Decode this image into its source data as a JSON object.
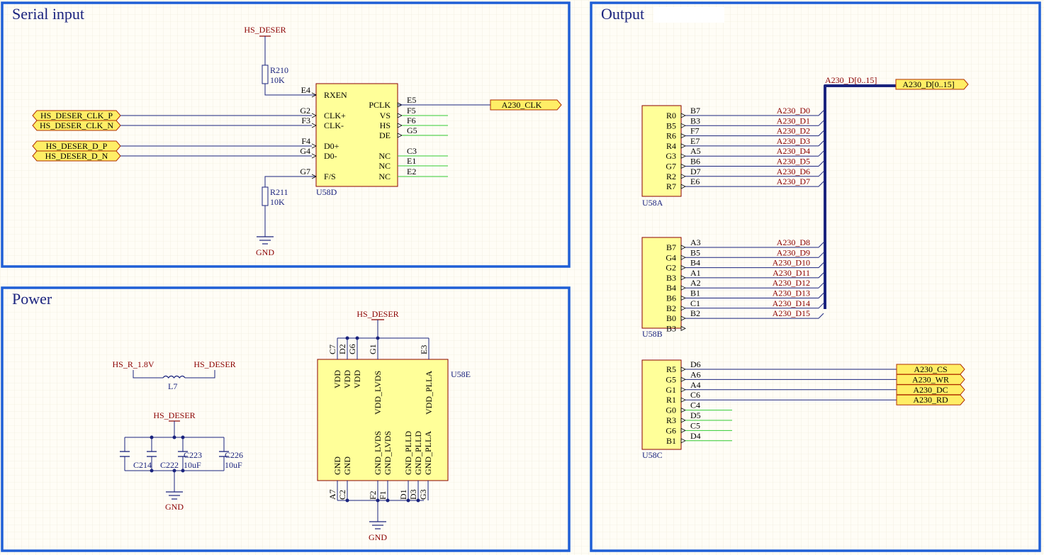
{
  "colors": {
    "background": "#fffdf6",
    "grid": "#ebe7d6",
    "frame": "#1f5fd6",
    "section_title": "#1a237e",
    "net_label": "#8b0000",
    "pin_text": "#000000",
    "comp_text": "#1a237e",
    "wire": "#1a237e",
    "bus": "#1a237e",
    "nc_stub": "#33cc33",
    "body_fill": "#ffff99",
    "body_stroke": "#8b0000",
    "port_fill": "#ffee66",
    "port_stroke": "#b03000"
  },
  "sections": {
    "serial": "Serial input",
    "output": "Output",
    "power": "Power"
  },
  "serial": {
    "pwr_top": "HS_DESER",
    "gnd": "GND",
    "r210": {
      "ref": "R210",
      "value": "10K"
    },
    "r211": {
      "ref": "R211",
      "value": "10K"
    },
    "u58d": {
      "ref": "U58D",
      "left_pins": [
        {
          "num": "E4",
          "name": "RXEN"
        },
        {
          "num": "G2",
          "name": "CLK+"
        },
        {
          "num": "F3",
          "name": "CLK-"
        },
        {
          "num": "F4",
          "name": "D0+"
        },
        {
          "num": "G4",
          "name": "D0-"
        },
        {
          "num": "G7",
          "name": "F/S"
        }
      ],
      "right_pins": [
        {
          "num": "E5",
          "name": "PCLK"
        },
        {
          "num": "F5",
          "name": "VS"
        },
        {
          "num": "F6",
          "name": "HS"
        },
        {
          "num": "G5",
          "name": "DE"
        },
        {
          "num": "C3",
          "name": "NC"
        },
        {
          "num": "E1",
          "name": "NC"
        },
        {
          "num": "E2",
          "name": "NC"
        }
      ]
    },
    "ports_in": [
      "HS_DESER_CLK_P",
      "HS_DESER_CLK_N",
      "HS_DESER_D_P",
      "HS_DESER_D_N"
    ],
    "port_out": "A230_CLK"
  },
  "output": {
    "bus_label": "A230_D[0..15]",
    "bus_port": "A230_D[0..15]",
    "u58a": {
      "ref": "U58A",
      "pins": [
        {
          "name": "R0",
          "num": "B7",
          "net": "A230_D0"
        },
        {
          "name": "B5",
          "num": "B3",
          "net": "A230_D1"
        },
        {
          "name": "R6",
          "num": "F7",
          "net": "A230_D2"
        },
        {
          "name": "R4",
          "num": "E7",
          "net": "A230_D3"
        },
        {
          "name": "G3",
          "num": "A5",
          "net": "A230_D4"
        },
        {
          "name": "G7",
          "num": "B6",
          "net": "A230_D5"
        },
        {
          "name": "R2",
          "num": "D7",
          "net": "A230_D6"
        },
        {
          "name": "R7",
          "num": "E6",
          "net": "A230_D7"
        }
      ]
    },
    "u58b": {
      "ref": "U58B",
      "pins": [
        {
          "name": "B7",
          "num": "A3",
          "net": "A230_D8"
        },
        {
          "name": "G4",
          "num": "B5",
          "net": "A230_D9"
        },
        {
          "name": "G2",
          "num": "B4",
          "net": "A230_D10"
        },
        {
          "name": "B3",
          "num": "A1",
          "net": "A230_D11"
        },
        {
          "name": "B4",
          "num": "A2",
          "net": "A230_D12"
        },
        {
          "name": "B6",
          "num": "B1",
          "net": "A230_D13"
        },
        {
          "name": "B2",
          "num": "C1",
          "net": "A230_D14"
        },
        {
          "name": "B0",
          "num": "B2",
          "net": "A230_D15"
        },
        {
          "name": "B3",
          "num": "",
          "net": ""
        }
      ]
    },
    "u58c": {
      "ref": "U58C",
      "pins": [
        {
          "name": "R5",
          "num": "D6",
          "port": "A230_CS"
        },
        {
          "name": "G5",
          "num": "A6",
          "port": "A230_WR"
        },
        {
          "name": "G1",
          "num": "A4",
          "port": "A230_DC"
        },
        {
          "name": "R1",
          "num": "C6",
          "port": "A230_RD"
        },
        {
          "name": "G0",
          "num": "C4",
          "port": ""
        },
        {
          "name": "R3",
          "num": "D5",
          "port": ""
        },
        {
          "name": "G6",
          "num": "C5",
          "port": ""
        },
        {
          "name": "B1",
          "num": "D4",
          "port": ""
        }
      ]
    }
  },
  "power": {
    "l7": {
      "ref": "L7",
      "left_net": "HS_R_1.8V",
      "right_net": "HS_DESER"
    },
    "cap_pwr": "HS_DESER",
    "cap_gnd": "GND",
    "caps": [
      {
        "ref": "C214",
        "value": ""
      },
      {
        "ref": "C222",
        "value": ""
      },
      {
        "ref": "C223",
        "value": "10uF"
      },
      {
        "ref": "C226",
        "value": "10uF"
      }
    ],
    "u58e": {
      "ref": "U58E",
      "pwr": "HS_DESER",
      "gnd": "GND",
      "top_pins": [
        {
          "num": "C7",
          "name": "VDD"
        },
        {
          "num": "D2",
          "name": "VDD"
        },
        {
          "num": "G6",
          "name": "VDD"
        },
        {
          "num": "G1",
          "name": "VDD_LVDS"
        },
        {
          "num": "E3",
          "name": "VDD_PLLA"
        }
      ],
      "bottom_pins": [
        {
          "num": "A7",
          "name": "GND"
        },
        {
          "num": "C2",
          "name": "GND"
        },
        {
          "num": "F2",
          "name": "GND_LVDS"
        },
        {
          "num": "F1",
          "name": "GND_LVDS"
        },
        {
          "num": "D1",
          "name": "GND_PLLD"
        },
        {
          "num": "D3",
          "name": "GND_PLLD"
        },
        {
          "num": "G3",
          "name": "GND_PLLA"
        }
      ]
    }
  }
}
